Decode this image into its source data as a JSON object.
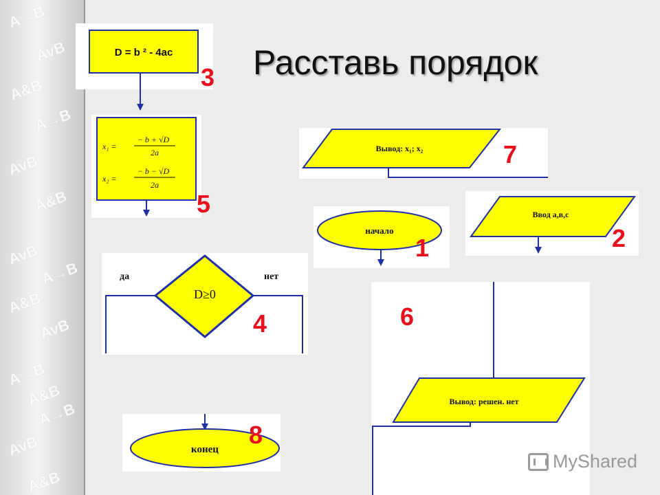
{
  "title": "Расставь порядок",
  "watermarks": [
    "A→B",
    "AvB",
    "A&B",
    "A→B",
    "AvB",
    "A&B",
    "AvB",
    "A→B",
    "A&B",
    "AvB",
    "A→B",
    "A&B",
    "A→B",
    "AvB",
    "A&B"
  ],
  "blocks": {
    "start": {
      "label": "начало",
      "number": "1"
    },
    "input": {
      "label": "Ввод  а,в,с",
      "number": "2"
    },
    "discriminant": {
      "label": "D = b ² - 4ac",
      "number": "3"
    },
    "condition": {
      "label": "D≥0",
      "yes": "да",
      "no": "нет",
      "number": "4"
    },
    "roots": {
      "x1_lhs": "x₁ =",
      "x1_num": "− b + √D",
      "x1_den": "2a",
      "x2_lhs": "x₂ =",
      "x2_num": "− b − √D",
      "x2_den": "2a",
      "number": "5"
    },
    "no_solution": {
      "label": "Вывод: решен. нет",
      "number": "6"
    },
    "output": {
      "label": "Вывод: x₁; x₂",
      "number": "7"
    },
    "end": {
      "label": "конец",
      "number": "8"
    }
  },
  "brand": "MyShared",
  "colors": {
    "shape_fill": "#ffff00",
    "shape_stroke": "#1f2fa8",
    "arrow": "#1f2fa8",
    "number": "#e8101c"
  }
}
